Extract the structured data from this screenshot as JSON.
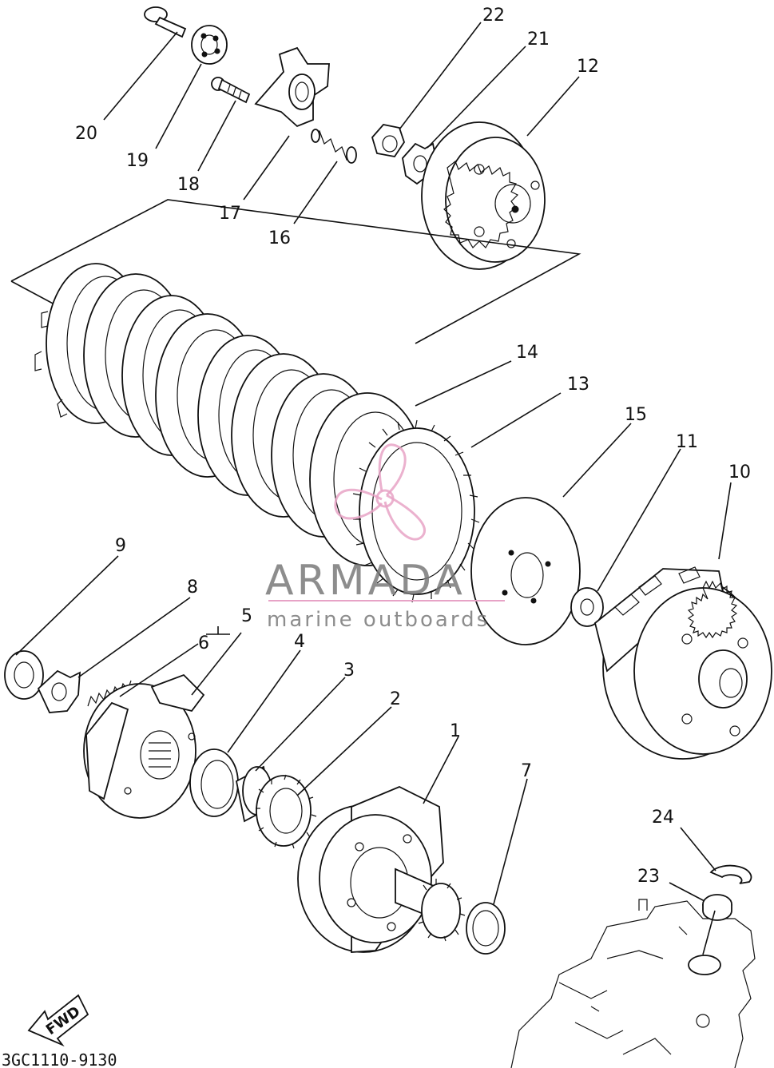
{
  "diagram": {
    "callouts": [
      "1",
      "2",
      "3",
      "4",
      "5",
      "6",
      "7",
      "8",
      "9",
      "10",
      "11",
      "12",
      "13",
      "14",
      "15",
      "16",
      "17",
      "18",
      "19",
      "20",
      "21",
      "22",
      "23",
      "24"
    ],
    "direction_label": "FWD",
    "drawing_code": "3GC1110-9130"
  },
  "watermark": {
    "brand": "ARMADA",
    "tagline": "marine outboards",
    "accent_color": "#e7a3c6"
  }
}
